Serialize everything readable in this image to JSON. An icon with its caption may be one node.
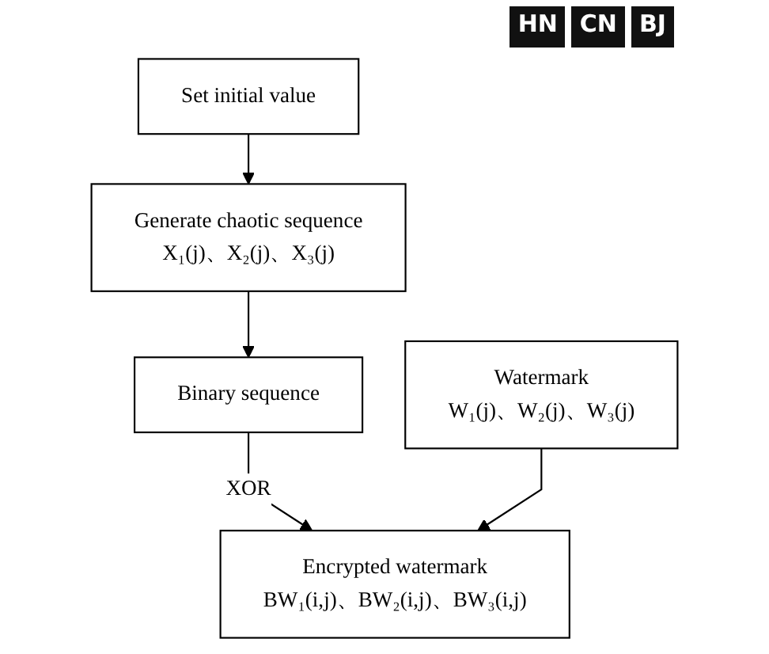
{
  "diagram": {
    "nodes": [
      {
        "text": [
          "Set initial value"
        ]
      },
      {
        "text": [
          "Generate chaotic sequence",
          "X₁(j)、X₂(j)、X₃(j)"
        ]
      },
      {
        "text": [
          "Binary sequence"
        ]
      },
      {
        "text": [
          "Watermark",
          "W₁(j)、W₂(j)、W₃(j)"
        ]
      },
      {
        "text": [
          "Encrypted watermark",
          "BW₁(i,j)、BW₂(i,j)、BW₃(i,j)"
        ]
      }
    ],
    "edges": [
      {
        "from": 0,
        "to": 1,
        "arrow": "to"
      },
      {
        "from": 1,
        "to": 2,
        "arrow": "to"
      },
      {
        "from": 2,
        "to": 4,
        "arrow": "to",
        "label": "XOR"
      },
      {
        "from": 3,
        "to": 4,
        "arrow": "to"
      }
    ],
    "labels": [
      "HN",
      "CN",
      "BJ"
    ]
  }
}
